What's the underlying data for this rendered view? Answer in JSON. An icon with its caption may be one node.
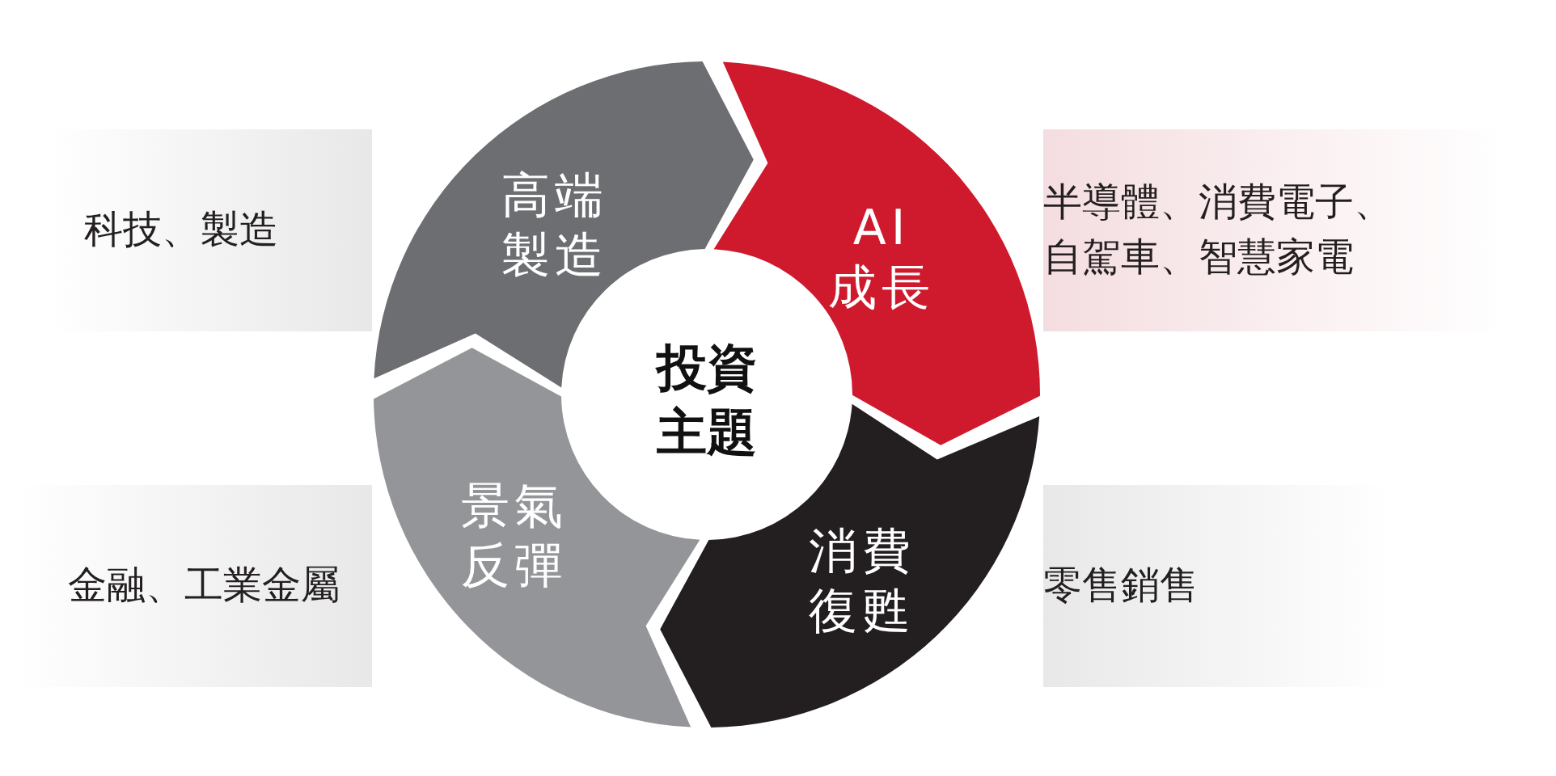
{
  "diagram": {
    "nodes": [
      {
        "text": [
          "科技、製造"
        ]
      },
      {
        "text": [
          "高端製造"
        ]
      },
      {
        "text": [
          "AI成長"
        ]
      },
      {
        "text": [
          "半導體、消費電子、自駕車、智慧家電"
        ]
      },
      {
        "text": [
          "投資主題"
        ]
      },
      {
        "text": [
          "景氣反彈"
        ]
      },
      {
        "text": [
          "金融、工業金屬"
        ]
      },
      {
        "text": [
          "消費復甦"
        ]
      },
      {
        "text": [
          "零售銷售"
        ]
      }
    ]
  }
}
